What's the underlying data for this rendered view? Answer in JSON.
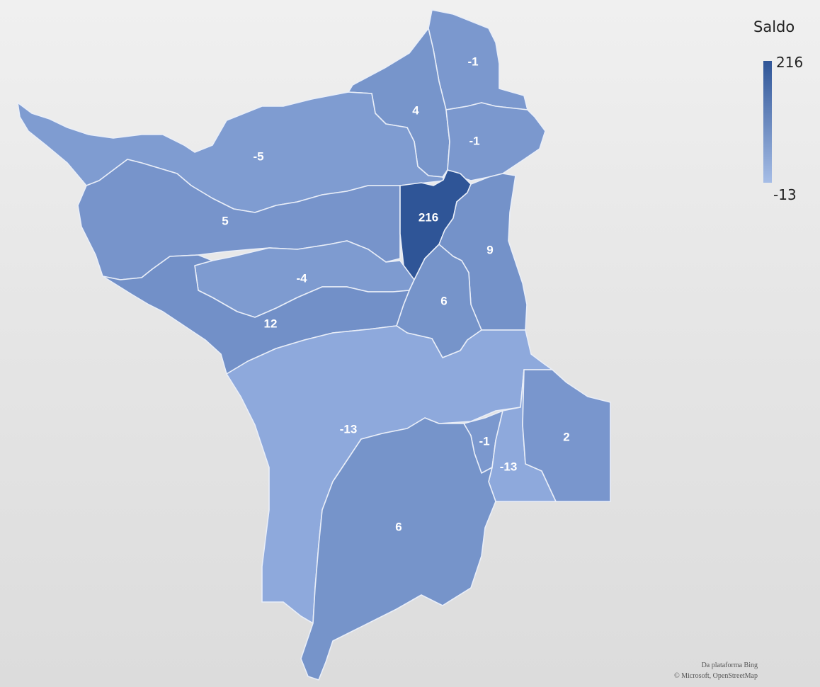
{
  "legend": {
    "title": "Saldo",
    "max_label": "216",
    "min_label": "-13",
    "max_value": 216,
    "min_value": -13,
    "color_low": "#8ea9dc",
    "color_high": "#2f5597"
  },
  "regions": [
    {
      "id": "far-north",
      "label": "-1",
      "value": -1
    },
    {
      "id": "north-central",
      "label": "4",
      "value": 4
    },
    {
      "id": "northeast",
      "label": "-1",
      "value": -1
    },
    {
      "id": "northwest",
      "label": "-5",
      "value": -5
    },
    {
      "id": "west",
      "label": "5",
      "value": 5
    },
    {
      "id": "capital",
      "label": "216",
      "value": 216
    },
    {
      "id": "east-strip",
      "label": "9",
      "value": 9
    },
    {
      "id": "west-central",
      "label": "-4",
      "value": -4
    },
    {
      "id": "central-east",
      "label": "6",
      "value": 6
    },
    {
      "id": "southwest-band",
      "label": "12",
      "value": 12
    },
    {
      "id": "south-central",
      "label": "-13",
      "value": -13
    },
    {
      "id": "southeast-small",
      "label": "-1",
      "value": -1
    },
    {
      "id": "southeast-mid",
      "label": "-13",
      "value": -13
    },
    {
      "id": "far-southeast",
      "label": "2",
      "value": 2
    },
    {
      "id": "south",
      "label": "6",
      "value": 6
    }
  ],
  "attribution": {
    "line1": "Da plataforma Bing",
    "line2": "© Microsoft, OpenStreetMap"
  }
}
